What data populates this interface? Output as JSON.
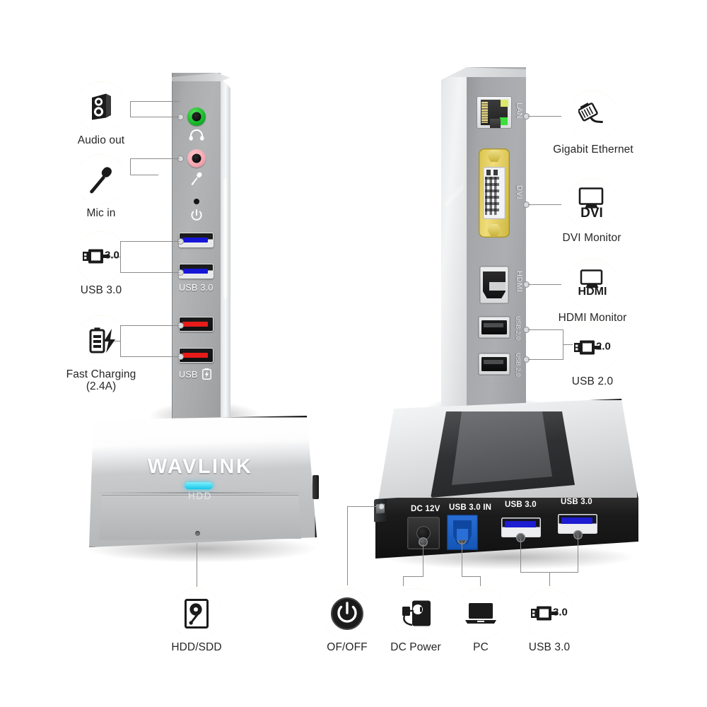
{
  "product": {
    "brand": "WAVLINK",
    "hdd_indicator_label": "HDD"
  },
  "left_device": {
    "port_labels": {
      "usb30": "USB 3.0",
      "usb_charging": "USB"
    },
    "callouts": [
      {
        "id": "audio-out",
        "icon": "speaker-icon",
        "label": "Audio out"
      },
      {
        "id": "mic-in",
        "icon": "microphone-icon",
        "label": "Mic in"
      },
      {
        "id": "usb-30",
        "icon": "usb-30-icon",
        "label": "USB 3.0"
      },
      {
        "id": "fast-charging",
        "icon": "battery-bolt-icon",
        "label": "Fast Charging",
        "label2": "(2.4A)"
      },
      {
        "id": "hdd-sdd",
        "icon": "hard-disk-icon",
        "label": "HDD/SDD"
      }
    ]
  },
  "right_device": {
    "port_labels": {
      "lan": "LAN",
      "dvi": "DVI",
      "hdmi": "HDMI",
      "usb20_a": "USB 2.0",
      "usb20_b": "USB 2.0"
    },
    "rear_port_labels": [
      "DC 12V",
      "USB 3.0 IN",
      "USB 3.0",
      "USB 3.0"
    ],
    "callouts": [
      {
        "id": "gigabit-ethernet",
        "icon": "ethernet-plug-icon",
        "label": "Gigabit Ethernet"
      },
      {
        "id": "dvi-monitor",
        "icon": "monitor-dvi-icon",
        "label": "DVI Monitor",
        "badge_text": "DVI"
      },
      {
        "id": "hdmi-monitor",
        "icon": "monitor-hdmi-icon",
        "label": "HDMI Monitor",
        "badge_text": "HDMI"
      },
      {
        "id": "usb-20",
        "icon": "usb-20-icon",
        "label": "USB 2.0"
      },
      {
        "id": "on-off",
        "icon": "power-button-icon",
        "label": "OF/OFF"
      },
      {
        "id": "dc-power",
        "icon": "power-adapter-icon",
        "label": "DC Power"
      },
      {
        "id": "pc",
        "icon": "laptop-icon",
        "label": "PC"
      },
      {
        "id": "usb-30-rear",
        "icon": "usb-30-icon",
        "label": "USB 3.0"
      }
    ]
  },
  "colors": {
    "ring_gold": "#e8a516",
    "ring_blue": "#5db4e5",
    "audio_jack_green": "#17b72a",
    "mic_jack_pink": "#f3a6b0",
    "usb30_blue": "#1616d6",
    "charging_red": "#e81b1b",
    "led_cyan": "#16c7e8",
    "dvi_gold": "#d9c24a",
    "usb_b_blue": "#1455b5",
    "leader_line": "#8b8b8b",
    "background": "#ffffff"
  }
}
